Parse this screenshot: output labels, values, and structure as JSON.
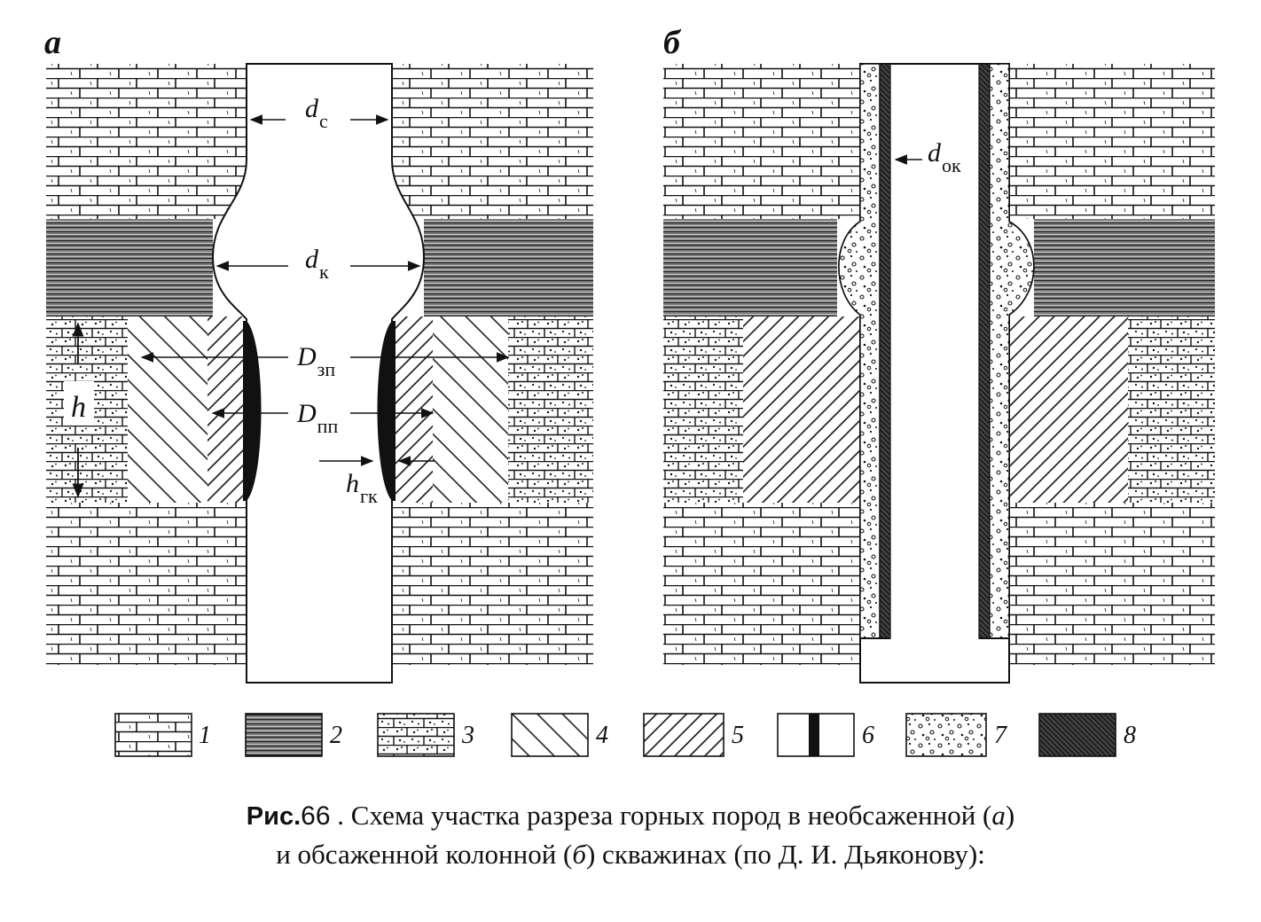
{
  "figure": {
    "panel_a_label": "а",
    "panel_b_label": "б",
    "dims": {
      "dc": {
        "main": "d",
        "sub": "с"
      },
      "dk": {
        "main": "d",
        "sub": "к"
      },
      "dzp": {
        "main": "D",
        "sub": "зп"
      },
      "dpp": {
        "main": "D",
        "sub": "пп"
      },
      "h": "h",
      "hgk": {
        "main": "h",
        "sub": "гк"
      },
      "dok": {
        "main": "d",
        "sub": "ок"
      }
    },
    "legend": [
      "1",
      "2",
      "3",
      "4",
      "5",
      "6",
      "7",
      "8"
    ]
  },
  "caption": {
    "prefix": "Рис.",
    "number": "66",
    "line1_rest": " . Схема участка разреза горных пород в необсаженной (",
    "a": "а",
    "line1_end": ")",
    "line2_start": "и обсаженной колонной (",
    "b": "б",
    "line2_end": ") скважинах (по Д. И. Дьяконову):"
  }
}
